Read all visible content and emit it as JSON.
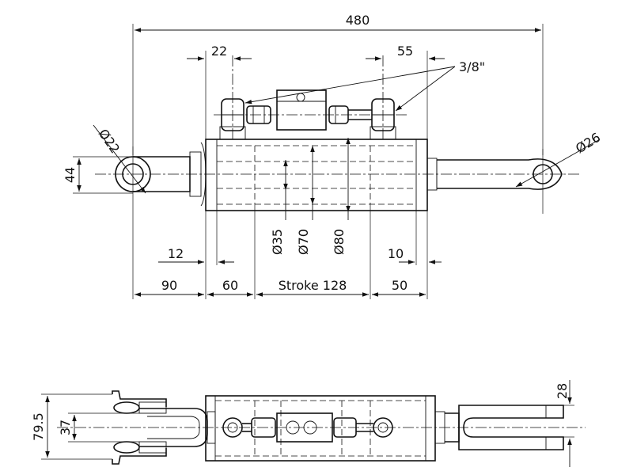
{
  "dimensions": {
    "overall_length": "480",
    "left_port_offset": "22",
    "right_port_offset": "55",
    "port_thread": "3/8\"",
    "left_eye_dia": "Ø22",
    "right_eye_dia": "Ø26",
    "eye_height": "44",
    "rod_dia": "Ø35",
    "bore_inner": "Ø70",
    "body_outer": "Ø80",
    "left_cap": "12",
    "right_cap": "10",
    "seg_left_rod": "90",
    "seg_left_body": "60",
    "stroke": "Stroke 128",
    "seg_right_body": "50",
    "clevis_outer": "79.5",
    "clevis_inner": "37",
    "right_fork_gap": "28"
  }
}
